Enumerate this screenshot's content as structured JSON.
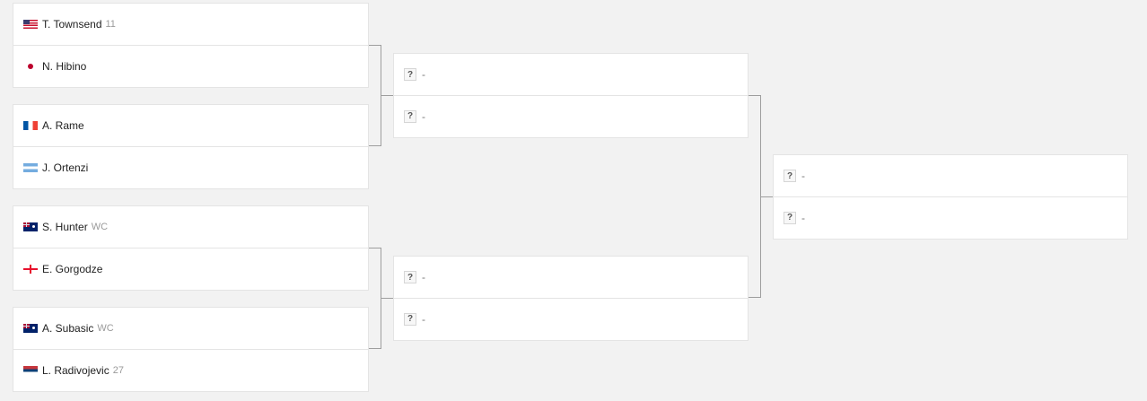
{
  "round1": [
    {
      "players": [
        {
          "flag": "usa-flag-icon",
          "name": "T. Townsend",
          "seed": "11"
        },
        {
          "flag": "japan-flag-icon",
          "name": "N. Hibino",
          "seed": ""
        }
      ]
    },
    {
      "players": [
        {
          "flag": "france-flag-icon",
          "name": "A. Rame",
          "seed": ""
        },
        {
          "flag": "argentina-flag-icon",
          "name": "J. Ortenzi",
          "seed": ""
        }
      ]
    },
    {
      "players": [
        {
          "flag": "australia-flag-icon",
          "name": "S. Hunter",
          "seed": "WC"
        },
        {
          "flag": "georgia-flag-icon",
          "name": "E. Gorgodze",
          "seed": ""
        }
      ]
    },
    {
      "players": [
        {
          "flag": "australia-flag-icon",
          "name": "A. Subasic",
          "seed": "WC"
        },
        {
          "flag": "serbia-flag-icon",
          "name": "L. Radivojevic",
          "seed": "27"
        }
      ]
    }
  ],
  "round2": [
    {
      "slots": [
        {
          "icon": "?",
          "text": "-"
        },
        {
          "icon": "?",
          "text": "-"
        }
      ]
    },
    {
      "slots": [
        {
          "icon": "?",
          "text": "-"
        },
        {
          "icon": "?",
          "text": "-"
        }
      ]
    }
  ],
  "round3": [
    {
      "slots": [
        {
          "icon": "?",
          "text": "-"
        },
        {
          "icon": "?",
          "text": "-"
        }
      ]
    }
  ]
}
